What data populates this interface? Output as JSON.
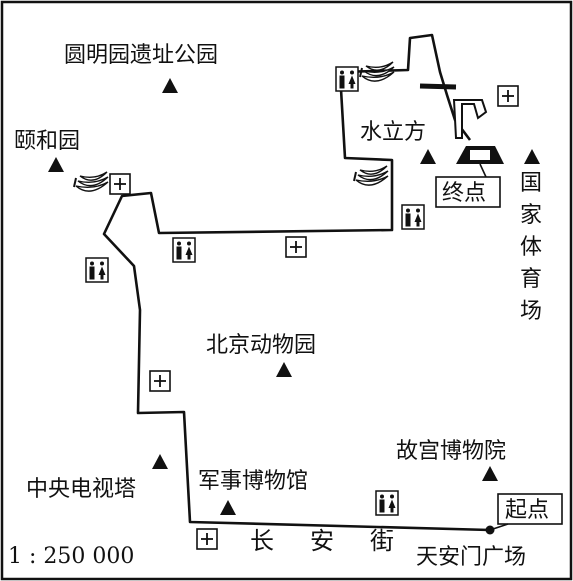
{
  "map": {
    "scale": "1 : 250 000",
    "street": [
      "长",
      "安",
      "街"
    ],
    "vertical_label": [
      "国",
      "家",
      "体",
      "育",
      "场"
    ],
    "labels": {
      "yuanmingyuan": "圆明园遗址公园",
      "yiheyuan": "颐和园",
      "shuilifang": "水立方",
      "zoo": "北京动物园",
      "gugong": "故宫博物院",
      "tvtower": "中央电视塔",
      "military": "军事博物馆",
      "tiananmen": "天安门广场",
      "start": "起点",
      "end": "终点"
    },
    "legend_icons": [
      "landmark-triangle-icon",
      "first-aid-icon",
      "restroom-icon",
      "banana-food-icon"
    ]
  }
}
